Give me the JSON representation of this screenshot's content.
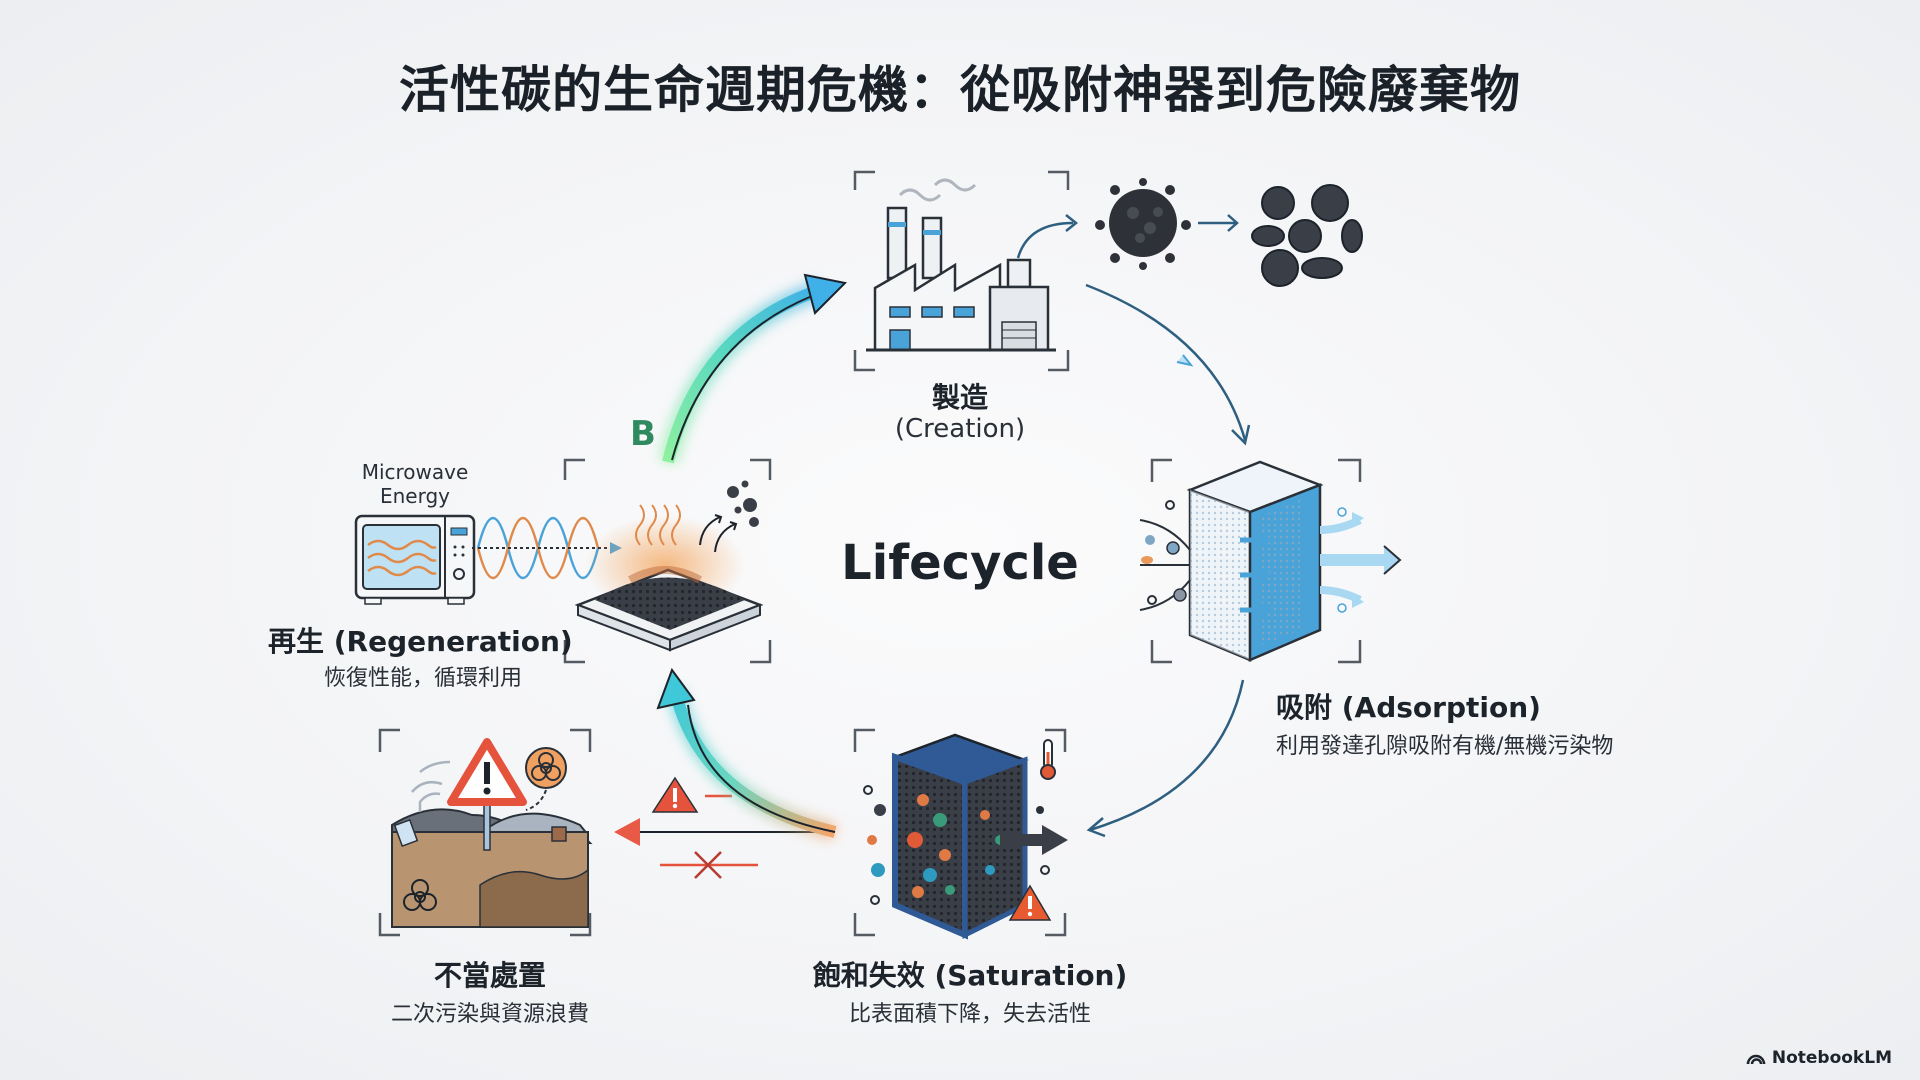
{
  "title": "活性碳的生命週期危機：從吸附神器到危險廢棄物",
  "center_label": "Lifecycle",
  "stages": {
    "creation": {
      "title": "製造",
      "subtitle": "(Creation)"
    },
    "adsorption": {
      "title": "吸附 (Adsorption)",
      "subtitle": "利用發達孔隙吸附有機/無機污染物"
    },
    "saturation": {
      "title": "飽和失效 (Saturation)",
      "subtitle": "比表面積下降，失去活性"
    },
    "disposal": {
      "title": "不當處置",
      "subtitle": "二次污染與資源浪費"
    },
    "regeneration": {
      "title": "再生 (Regeneration)",
      "subtitle": "恢復性能，循環利用"
    }
  },
  "microwave_label": "Microwave Energy",
  "path_marker": "B",
  "brand": {
    "name": "NotebookLM",
    "icon": "notebooklm-logo-icon"
  },
  "colors": {
    "accent_blue": "#4aa3d8",
    "accent_green": "#6fdc8c",
    "warning_red": "#e5533d",
    "heat_orange": "#f0a060",
    "ink": "#1d232b"
  },
  "icons": [
    "factory-icon",
    "carbon-granule-icon",
    "carbon-pellets-icon",
    "filter-block-icon",
    "saturated-filter-icon",
    "thermometer-icon",
    "warning-icon",
    "landfill-icon",
    "biohazard-icon",
    "microwave-icon",
    "carbon-bed-icon",
    "cross-icon"
  ]
}
